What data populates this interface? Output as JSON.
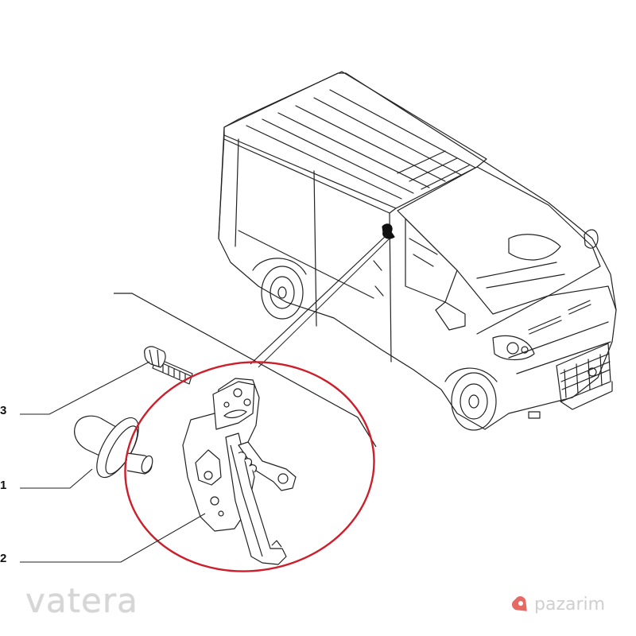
{
  "callouts": {
    "part_3": "3",
    "part_1": "1",
    "part_2": "2"
  },
  "watermarks": {
    "left": "vatera",
    "right": "pazarim"
  },
  "colors": {
    "line": "#222222",
    "highlight_ring": "#cc1f2b",
    "watermark": "#d0d0d0",
    "pin_icon": "#e46a63"
  },
  "icons": {
    "watermark_pin": "location-pin-icon"
  }
}
